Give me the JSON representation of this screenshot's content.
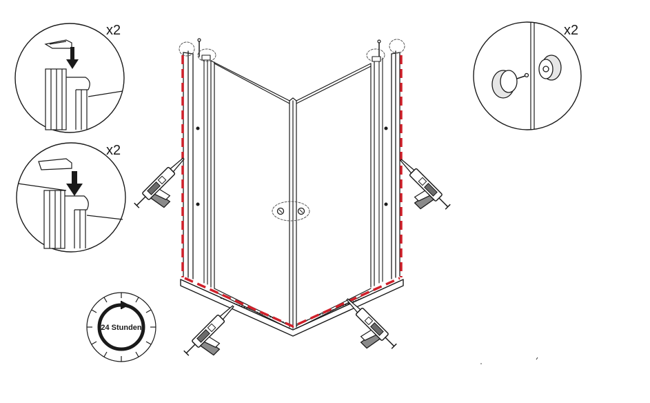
{
  "callouts": {
    "top_cap_qty": "x2",
    "lower_cap_qty": "x2",
    "knob_qty": "x2"
  },
  "timer": {
    "label": "24 Stunden"
  },
  "colors": {
    "sealant_line": "#d0202a",
    "line": "#1a1a1a",
    "detail_dash": "#555555"
  },
  "icons": [
    "hinge-cap-icon",
    "down-arrow-icon",
    "door-knob-icon",
    "silicone-gun-icon",
    "clock-icon"
  ]
}
